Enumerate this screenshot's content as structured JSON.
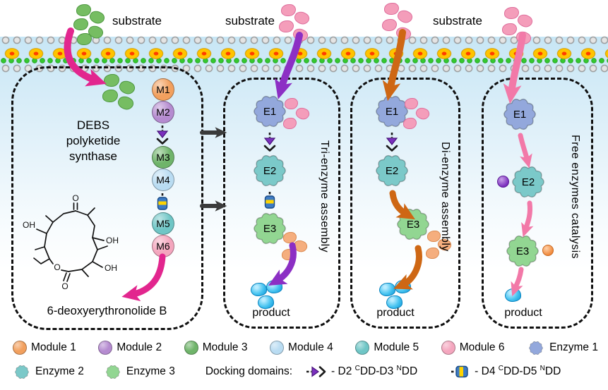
{
  "substrate_labels": [
    "substrate",
    "substrate",
    "substrate"
  ],
  "colors": {
    "module1": "#F2A05E",
    "module2": "#B58BD0",
    "module3": "#6FB46A",
    "module4": "#B9DCF2",
    "module5": "#6FC6C6",
    "module6": "#F4A6BE",
    "enzyme1": "#93A8DC",
    "enzyme2": "#7BC9C9",
    "enzyme3": "#92D692",
    "substrate_green": "#76BD62",
    "substrate_pink": "#F49DBA",
    "intermediate_orange": "#F5AE7E",
    "product_blue": "#3FC1F0",
    "arrow_magenta": "#E2268E",
    "arrow_purple": "#8C2FC4",
    "arrow_orange": "#CE6714",
    "arrow_pink": "#F279A8",
    "arrow_dark": "#3B3B3B",
    "docking_purple": "#7B2FBE",
    "docking_blue": "#3D7BC4",
    "docking_yellow": "#FFD400"
  },
  "panel_debs": {
    "title_lines": [
      "DEBS",
      "polyketide",
      "synthase"
    ],
    "modules": [
      "M1",
      "M2",
      "M3",
      "M4",
      "M5",
      "M6"
    ],
    "product_label": "6-deoxyerythronolide B",
    "structure_labels": {
      "o_ketone": "O",
      "o_ring": "O",
      "o_ester": "O",
      "oh_left": "OH",
      "oh_right_upper": "OH",
      "oh_right_lower": "OH"
    }
  },
  "panel_tri": {
    "enzymes": [
      "E1",
      "E2",
      "E3"
    ],
    "side_label": "Tri-enzyme assembly",
    "product_label": "product"
  },
  "panel_di": {
    "enzymes": [
      "E1",
      "E2",
      "E3"
    ],
    "side_label": "Di-enzyme assembly",
    "product_label": "product"
  },
  "panel_free": {
    "enzymes": [
      "E1",
      "E2",
      "E3"
    ],
    "side_label": "Free enzymes catalysis",
    "product_label": "product"
  },
  "legend": {
    "row1": [
      {
        "label": "Module 1"
      },
      {
        "label": "Module 2"
      },
      {
        "label": "Module 3"
      },
      {
        "label": "Module 4"
      },
      {
        "label": "Module 5"
      },
      {
        "label": "Module 6"
      },
      {
        "label": "Enzyme 1"
      }
    ],
    "row2": [
      {
        "label": "Enzyme 2"
      },
      {
        "label": "Enzyme 3"
      }
    ],
    "docking_label": "Docking domains:",
    "dd1_parts": [
      "- D2 ",
      "C",
      "DD-D3 ",
      "N",
      "DD"
    ],
    "dd2_parts": [
      "- D4 ",
      "C",
      "DD-D5 ",
      "N",
      "DD"
    ]
  }
}
